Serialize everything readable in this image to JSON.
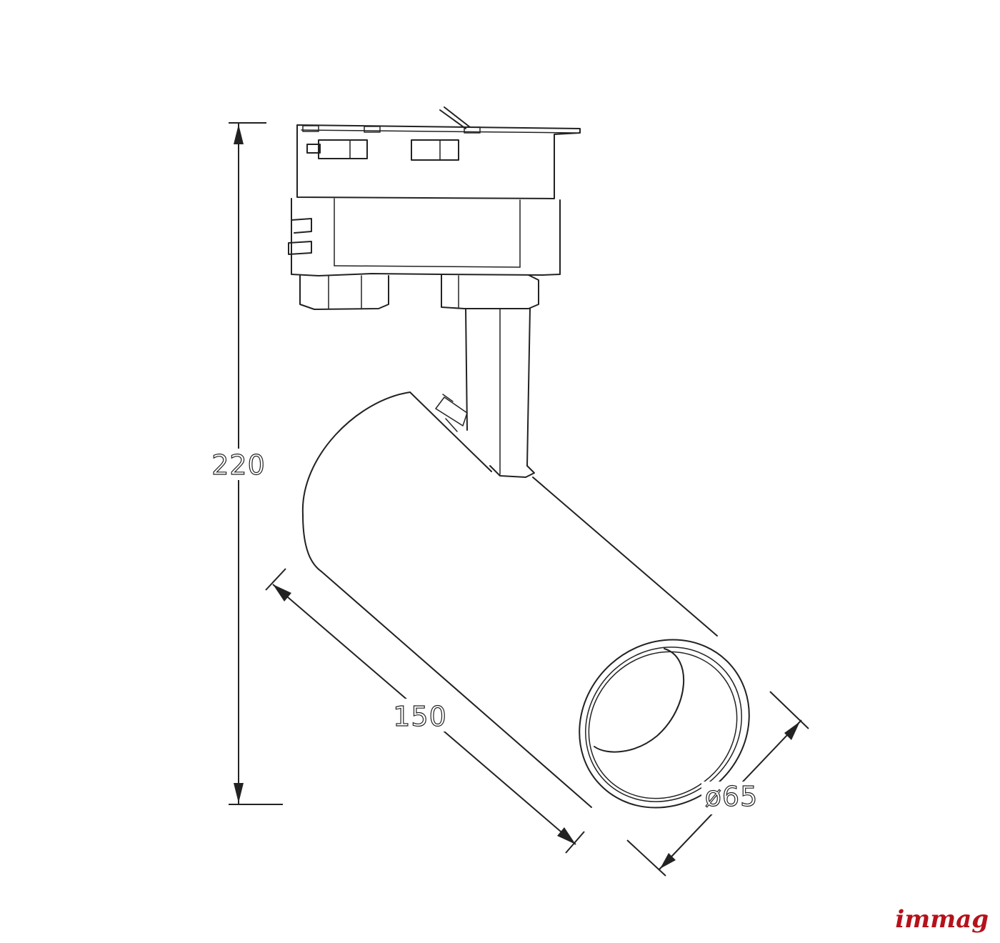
{
  "dimensions": {
    "height": "220",
    "length": "150",
    "diameter": "ø65"
  },
  "brand": {
    "name": "immag",
    "color": "#b5121b"
  },
  "colors": {
    "line": "#222222",
    "background": "#ffffff"
  }
}
